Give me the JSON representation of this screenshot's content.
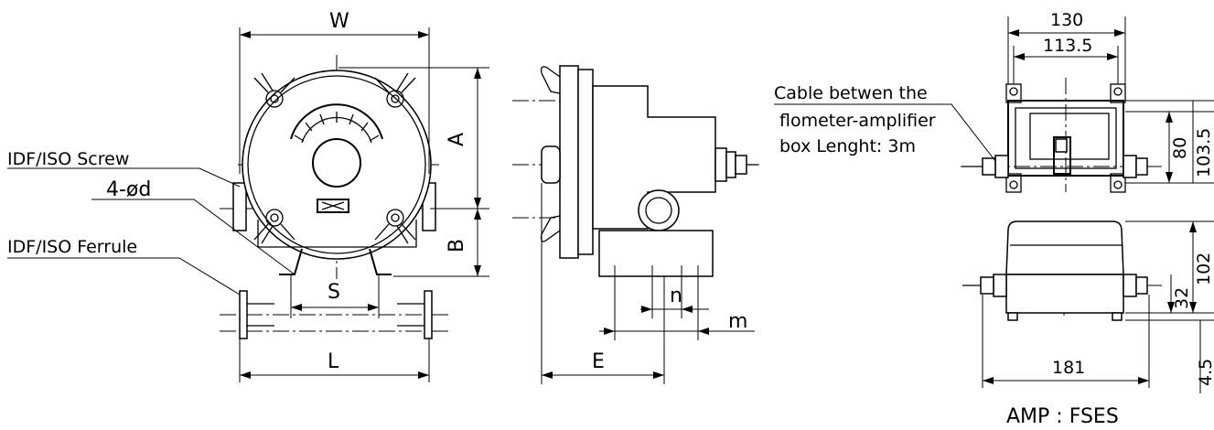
{
  "callouts": {
    "screw": "IDF/ISO Screw",
    "holes": "4-ød",
    "ferrule": "IDF/ISO Ferrule",
    "cable_line1": "Cable betwen the",
    "cable_line2": "flometer-amplifier",
    "cable_line3": "box Lenght: 3m"
  },
  "dimensions": {
    "W": "W",
    "A": "A",
    "B": "B",
    "S": "S",
    "L": "L",
    "E": "E",
    "n": "n",
    "m": "m",
    "amp_width": "130",
    "amp_inner": "113.5",
    "amp_h1": "80",
    "amp_h2": "103.5",
    "amp_height": "102",
    "amp_base": "32",
    "amp_foot": "4.5",
    "amp_length": "181"
  },
  "caption": "AMP : FSES"
}
